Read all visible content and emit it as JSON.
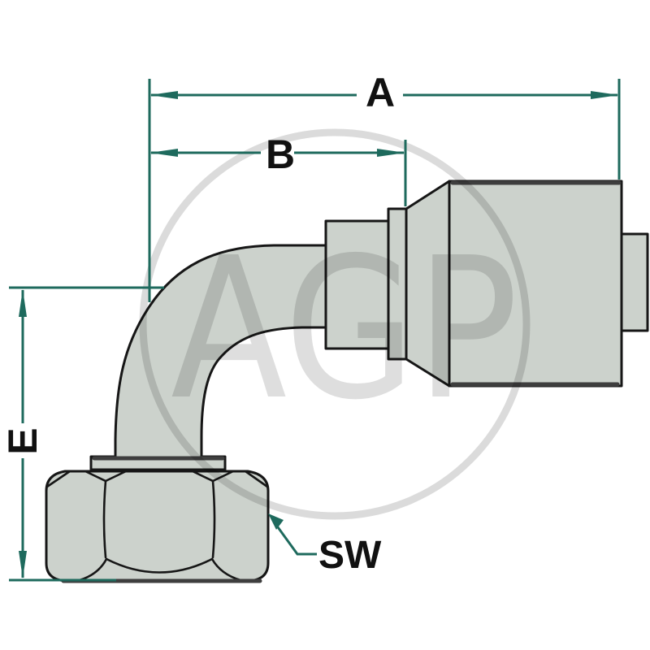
{
  "drawing": {
    "title": "90-degree elbow hose fitting dimensional drawing",
    "labels": {
      "a": "A",
      "b": "B",
      "e": "E",
      "sw": "SW"
    },
    "watermark": {
      "text": "AGP"
    },
    "colors": {
      "dimension_line": "#1e6a5d",
      "part_fill": "#ccd2cc",
      "outline": "#161616",
      "shadow_edge": "#3e3e3e",
      "watermark": "rgba(0,0,0,0.14)"
    }
  }
}
